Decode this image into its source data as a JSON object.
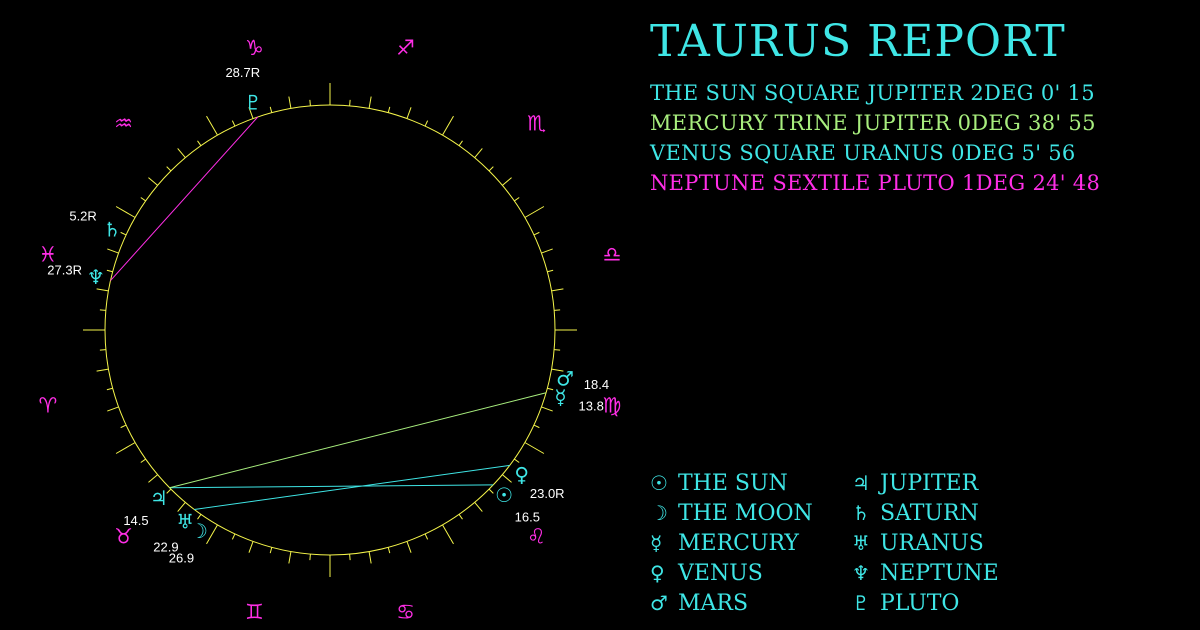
{
  "report": {
    "title": "TAURUS REPORT",
    "aspects": [
      {
        "text": "THE SUN SQUARE JUPITER 2DEG 0' 15",
        "color": "#3fe6e6"
      },
      {
        "text": "MERCURY TRINE JUPITER 0DEG 38' 55",
        "color": "#a8ee7e"
      },
      {
        "text": "VENUS SQUARE URANUS 0DEG 5' 56",
        "color": "#3fe6e6"
      },
      {
        "text": "NEPTUNE SEXTILE PLUTO 1DEG 24' 48",
        "color": "#ff2ee6"
      }
    ]
  },
  "legend": [
    {
      "glyph": "☉",
      "label": "THE SUN"
    },
    {
      "glyph": "☽",
      "label": "THE MOON"
    },
    {
      "glyph": "☿",
      "label": "MERCURY"
    },
    {
      "glyph": "♀",
      "label": "VENUS"
    },
    {
      "glyph": "♂",
      "label": "MARS"
    },
    {
      "glyph": "♃",
      "label": "JUPITER"
    },
    {
      "glyph": "♄",
      "label": "SATURN"
    },
    {
      "glyph": "♅",
      "label": "URANUS"
    },
    {
      "glyph": "♆",
      "label": "NEPTUNE"
    },
    {
      "glyph": "♇",
      "label": "PLUTO"
    }
  ],
  "colors": {
    "zodiac": "#ff2ee6",
    "planet": "#3fe6e6",
    "wheel": "#f5f54a",
    "degree_label": "#ffffff"
  },
  "zodiac_signs": [
    {
      "name": "aries",
      "glyph": "♈",
      "angle_deg": 195
    },
    {
      "name": "taurus",
      "glyph": "♉",
      "angle_deg": 225
    },
    {
      "name": "gemini",
      "glyph": "♊",
      "angle_deg": 255
    },
    {
      "name": "cancer",
      "glyph": "♋",
      "angle_deg": 285
    },
    {
      "name": "leo",
      "glyph": "♌",
      "angle_deg": 315
    },
    {
      "name": "virgo",
      "glyph": "♍",
      "angle_deg": 345
    },
    {
      "name": "libra",
      "glyph": "♎",
      "angle_deg": 15
    },
    {
      "name": "scorpio",
      "glyph": "♏",
      "angle_deg": 45
    },
    {
      "name": "sagittarius",
      "glyph": "♐",
      "angle_deg": 75
    },
    {
      "name": "capricorn",
      "glyph": "♑",
      "angle_deg": 105
    },
    {
      "name": "aquarius",
      "glyph": "♒",
      "angle_deg": 135
    },
    {
      "name": "pisces",
      "glyph": "♓",
      "angle_deg": 165
    }
  ],
  "planets": [
    {
      "name": "sun",
      "glyph": "☉",
      "label": "16.5",
      "angle_deg": 316.5
    },
    {
      "name": "moon",
      "glyph": "☽",
      "label": "26.9",
      "angle_deg": 236.9
    },
    {
      "name": "mercury",
      "glyph": "☿",
      "label": "13.8",
      "angle_deg": 343.8
    },
    {
      "name": "venus",
      "glyph": "♀",
      "label": "23.0R",
      "angle_deg": 323.0
    },
    {
      "name": "mars",
      "glyph": "♂",
      "label": "18.4",
      "angle_deg": 348.4
    },
    {
      "name": "jupiter",
      "glyph": "♃",
      "label": "14.5",
      "angle_deg": 224.5
    },
    {
      "name": "saturn",
      "glyph": "♄",
      "label": "5.2R",
      "angle_deg": 155.2
    },
    {
      "name": "uranus",
      "glyph": "♅",
      "label": "22.9",
      "angle_deg": 232.9
    },
    {
      "name": "neptune",
      "glyph": "♆",
      "label": "27.3R",
      "angle_deg": 167.3
    },
    {
      "name": "pluto",
      "glyph": "♇",
      "label": "28.7R",
      "angle_deg": 108.7
    }
  ],
  "aspect_lines": [
    {
      "from": "sun",
      "to": "jupiter",
      "color": "#3fe6e6"
    },
    {
      "from": "mercury",
      "to": "jupiter",
      "color": "#a8ee7e"
    },
    {
      "from": "venus",
      "to": "uranus",
      "color": "#3fe6e6"
    },
    {
      "from": "neptune",
      "to": "pluto",
      "color": "#ff2ee6"
    }
  ]
}
